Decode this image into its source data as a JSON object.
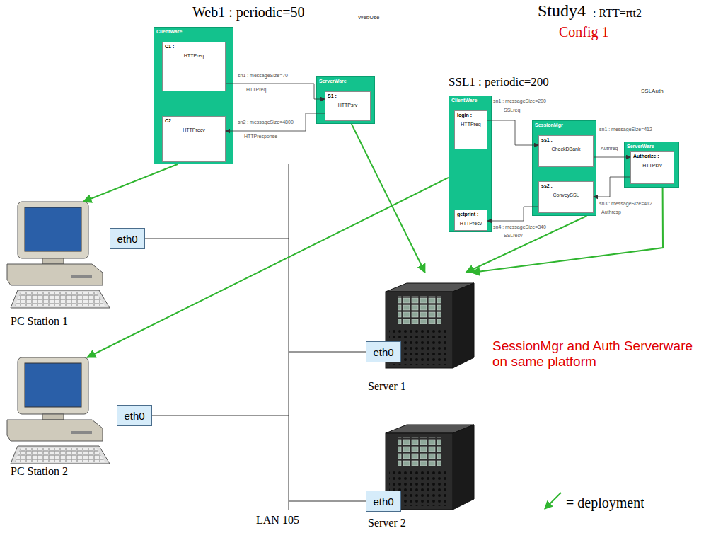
{
  "diagram": {
    "nodes": [
      {
        "text": [
          "ClientWare"
        ]
      },
      {
        "text": [
          "C1 :",
          "HTTPreq"
        ],
        "in": 0
      },
      {
        "text": [
          "C2 :",
          "HTTPrecv"
        ],
        "in": 0
      },
      {
        "text": [
          "ServerWare"
        ]
      },
      {
        "text": [
          "S1 :",
          "HTTPsrv"
        ],
        "in": 3
      },
      {
        "text": [
          "ClientWare"
        ]
      },
      {
        "text": [
          "login :",
          "HTTPreq"
        ],
        "in": 5
      },
      {
        "text": [
          "getprint :",
          "HTTPrecv"
        ],
        "in": 5
      },
      {
        "text": [
          "SessionMgr"
        ]
      },
      {
        "text": [
          "ss1 :",
          "CheckDBank"
        ],
        "in": 8
      },
      {
        "text": [
          "ss2 :",
          "ConveySSL"
        ],
        "in": 8
      },
      {
        "text": [
          "ServerWare"
        ]
      },
      {
        "text": [
          "Authorize :",
          "HTTPsrv"
        ],
        "in": 11
      },
      {
        "text": [
          "PC Station 1"
        ]
      },
      {
        "text": [
          "eth0"
        ],
        "in": 13
      },
      {
        "text": [
          "Server 1"
        ]
      },
      {
        "text": [
          "eth0"
        ],
        "in": 15
      },
      {
        "text": [
          "PC Station 2"
        ]
      },
      {
        "text": [
          "eth0"
        ],
        "in": 17
      },
      {
        "text": [
          "Server 2"
        ]
      },
      {
        "text": [
          "eth0"
        ],
        "in": 19
      }
    ],
    "edges": [
      {
        "from": 1,
        "to": 4,
        "arrow": "to",
        "label": "sn1 : messageSize=70"
      },
      {
        "from": 4,
        "to": 2,
        "arrow": "to",
        "label": "sn2 : messageSize=4800"
      },
      {
        "from": 6,
        "to": 9,
        "arrow": "to",
        "label": "sn1 : messageSize=200"
      },
      {
        "from": 9,
        "to": 12,
        "arrow": "to",
        "label": "sn1 : messageSize=412"
      },
      {
        "from": 12,
        "to": 10,
        "arrow": "to",
        "label": "sn3 : messageSize=412"
      },
      {
        "from": 10,
        "to": 7,
        "arrow": "to",
        "label": "sn4 : messageSize=340"
      },
      {
        "from": 0,
        "to": 13,
        "arrow": "to"
      },
      {
        "from": 3,
        "to": 15,
        "arrow": "to"
      },
      {
        "from": 5,
        "to": 17,
        "arrow": "to"
      },
      {
        "from": 8,
        "to": 15,
        "arrow": "to"
      },
      {
        "from": 11,
        "to": 15,
        "arrow": "to"
      }
    ],
    "labels": [
      "Web1 : periodic=50",
      "WebUse",
      "Study4",
      ": RTT=rtt2",
      "Config 1",
      "SSL1 : periodic=200",
      "SSLAuth",
      "HTTPreq",
      "HTTPresponse",
      "SSLreq",
      "Authreq",
      "Authresp",
      "SSLrecv",
      "SessionMgr and Auth Serverware on same platform",
      "LAN 105"
    ],
    "legend": [
      {
        "text": "= deployment"
      }
    ]
  }
}
